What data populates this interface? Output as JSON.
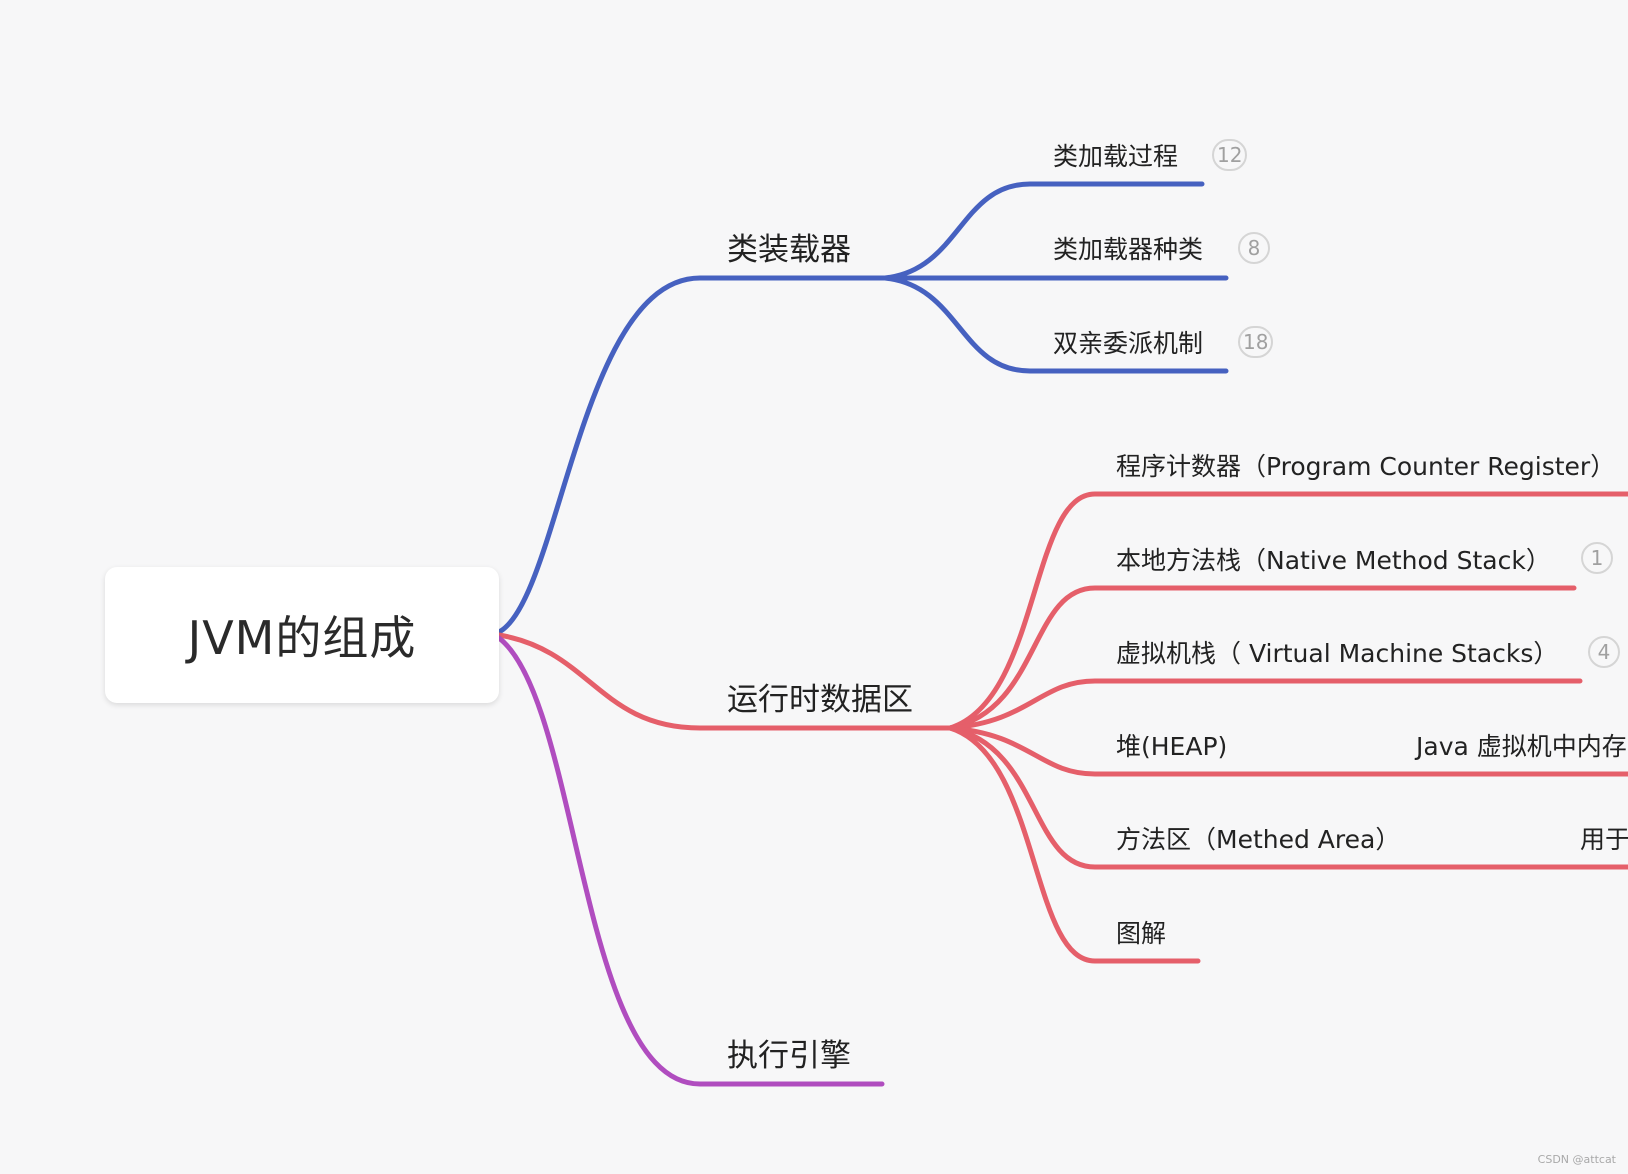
{
  "root": {
    "title": "JVM的组成"
  },
  "colors": {
    "class_loader": "#4661c0",
    "runtime_area": "#e55f6a",
    "exec_engine": "#b04dbf"
  },
  "branches": {
    "class_loader": {
      "label": "类装载器",
      "children": [
        {
          "label": "类加载过程",
          "count": "12"
        },
        {
          "label": "类加载器种类",
          "count": "8"
        },
        {
          "label": "双亲委派机制",
          "count": "18"
        }
      ]
    },
    "runtime_area": {
      "label": "运行时数据区",
      "children": [
        {
          "label": "程序计数器（Program Counter Register）"
        },
        {
          "label": "本地方法栈（Native Method Stack）",
          "count": "1"
        },
        {
          "label": "虚拟机栈（ Virtual Machine Stacks）",
          "count": "4"
        },
        {
          "label": "堆(HEAP)",
          "note": "Java 虚拟机中内存"
        },
        {
          "label": "方法区（Methed Area）",
          "note": "用于"
        },
        {
          "label": "图解"
        }
      ]
    },
    "exec_engine": {
      "label": "执行引擎"
    }
  },
  "watermark": "CSDN @attcat"
}
